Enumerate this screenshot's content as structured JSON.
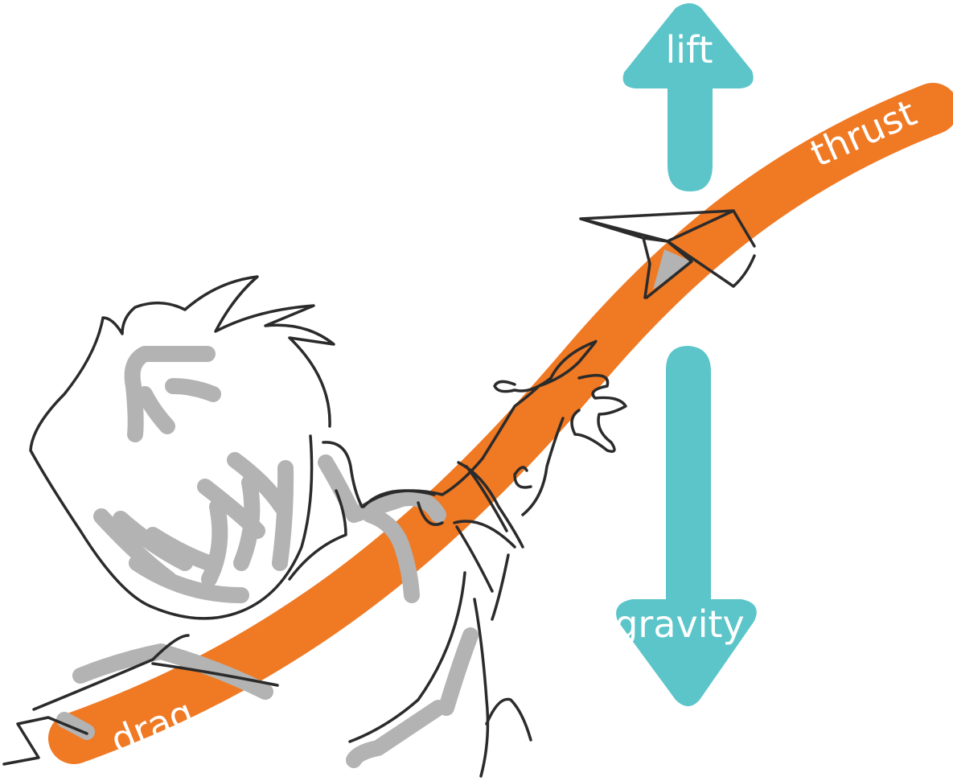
{
  "labels": {
    "lift": "lift",
    "thrust": "thrust",
    "gravity": "gravity",
    "drag": "drag"
  },
  "colors": {
    "flight_path": "#f07923",
    "force_arrow": "#5bc5c9",
    "ink": "#2b2b2b",
    "shading": "#b3b3b3",
    "label_text": "#ffffff"
  }
}
